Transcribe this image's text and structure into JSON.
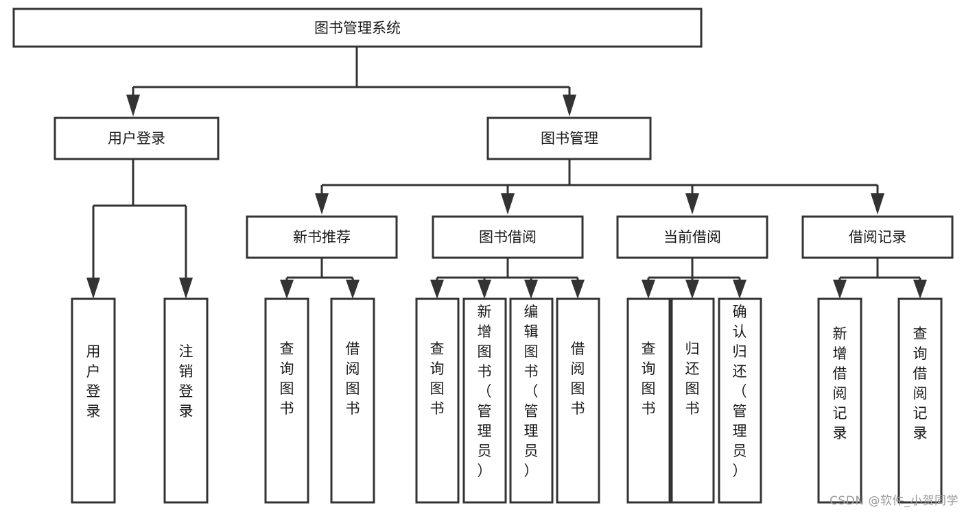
{
  "diagram": {
    "title": "图书管理系统",
    "type": "tree",
    "root": {
      "id": "root",
      "label": "图书管理系统",
      "orientation": "horizontal"
    },
    "level1": [
      {
        "id": "user-login",
        "label": "用户登录",
        "orientation": "horizontal"
      },
      {
        "id": "book-manage",
        "label": "图书管理",
        "orientation": "horizontal"
      }
    ],
    "level2": [
      {
        "id": "new-book-recommend",
        "label": "新书推荐",
        "parent": "book-manage",
        "orientation": "horizontal"
      },
      {
        "id": "book-borrow",
        "label": "图书借阅",
        "parent": "book-manage",
        "orientation": "horizontal"
      },
      {
        "id": "current-borrow",
        "label": "当前借阅",
        "parent": "book-manage",
        "orientation": "horizontal"
      },
      {
        "id": "borrow-record",
        "label": "借阅记录",
        "parent": "book-manage",
        "orientation": "horizontal"
      }
    ],
    "leaves": [
      {
        "id": "leaf-user-login",
        "label": "用户登录",
        "parent": "user-login",
        "orientation": "vertical",
        "align": "bottom"
      },
      {
        "id": "leaf-user-logout",
        "label": "注销登录",
        "parent": "user-login",
        "orientation": "vertical",
        "align": "bottom"
      },
      {
        "id": "leaf-query-book-1",
        "label": "查询图书",
        "parent": "new-book-recommend",
        "orientation": "vertical",
        "align": "middle"
      },
      {
        "id": "leaf-borrow-book-1",
        "label": "借阅图书",
        "parent": "new-book-recommend",
        "orientation": "vertical",
        "align": "middle"
      },
      {
        "id": "leaf-query-book-2",
        "label": "查询图书",
        "parent": "book-borrow",
        "orientation": "vertical",
        "align": "middle"
      },
      {
        "id": "leaf-add-book-admin",
        "label": "新增图书（管理员）",
        "parent": "book-borrow",
        "orientation": "vertical",
        "align": "top"
      },
      {
        "id": "leaf-edit-book-admin",
        "label": "编辑图书（管理员）",
        "parent": "book-borrow",
        "orientation": "vertical",
        "align": "top"
      },
      {
        "id": "leaf-borrow-book-2",
        "label": "借阅图书",
        "parent": "book-borrow",
        "orientation": "vertical",
        "align": "middle"
      },
      {
        "id": "leaf-query-book-3",
        "label": "查询图书",
        "parent": "current-borrow",
        "orientation": "vertical",
        "align": "middle"
      },
      {
        "id": "leaf-return-book",
        "label": "归还图书",
        "parent": "current-borrow",
        "orientation": "vertical",
        "align": "middle"
      },
      {
        "id": "leaf-confirm-return-admin",
        "label": "确认归还（管理员）",
        "parent": "current-borrow",
        "orientation": "vertical",
        "align": "top"
      },
      {
        "id": "leaf-add-borrow-record",
        "label": "新增借阅记录",
        "parent": "borrow-record",
        "orientation": "vertical",
        "align": "middle"
      },
      {
        "id": "leaf-query-borrow-record",
        "label": "查询借阅记录",
        "parent": "borrow-record",
        "orientation": "vertical",
        "align": "middle"
      }
    ],
    "colors": {
      "stroke": "#333333",
      "fill": "#ffffff",
      "text": "#1a1a1a",
      "watermark": "#9a9a9a"
    }
  },
  "watermark": {
    "text": "CSDN @软件_小贺同学"
  }
}
